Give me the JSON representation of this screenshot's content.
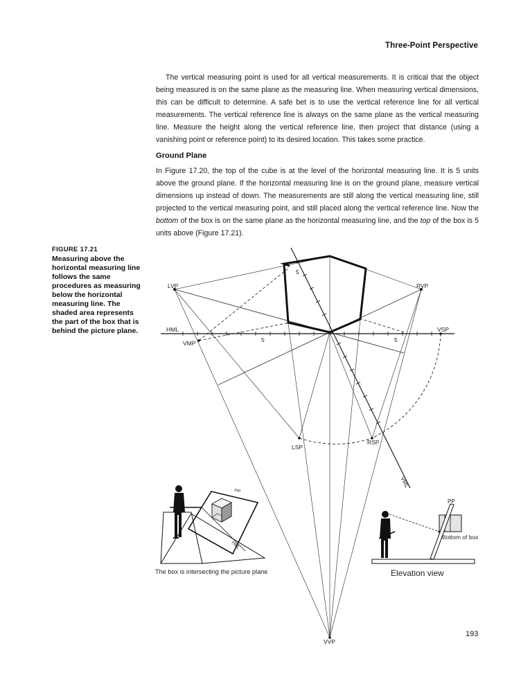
{
  "header": {
    "running_head": "Three-Point Perspective"
  },
  "body": {
    "paragraph1": "The vertical measuring point is used for all vertical measurements. It is critical that the object being measured is on the same plane as the measuring line. When measuring vertical dimensions, this can be difficult to determine. A safe bet is to use the vertical reference line for all vertical measurements. The vertical reference line is always on the same plane as the vertical measuring line. Measure the height along the vertical reference line, then project that distance (using a vanishing point or reference point) to its desired location. This takes some practice.",
    "section_heading": "Ground Plane",
    "paragraph2": {
      "part1": "In Figure 17.20, the top of the cube is at the level of the horizontal measuring line. It is 5 units above the ground plane. If the horizontal measuring line is on the ground plane, measure vertical dimensions up instead of down. The measurements are still along the vertical measuring line, still projected to the vertical measuring point, and still placed along the vertical reference line. Now the ",
      "em1": "bottom",
      "part2": " of the box is on the same plane as the horizontal measuring line, and the ",
      "em2": "top",
      "part3": " of the box is 5 units above (Figure 17.21)."
    }
  },
  "figure": {
    "label": "FIGURE 17.21",
    "caption": "Measuring above the horizontal measuring line follows the same procedures as measuring below the horizontal measuring line. The shaded area represents the part of the box that is behind the picture plane.",
    "diagram_labels": {
      "lvp": "LVP",
      "rvp": "RVP",
      "hml": "HML",
      "vsp": "VSP",
      "vmp": "VMP",
      "lsp": "LSP",
      "rsp": "RSP",
      "vml": "VML",
      "vvp": "VVP",
      "tick_five": "5",
      "pp": "PP",
      "pp_small": "PP",
      "hml_small": "HML",
      "bottom_of_box": "Bottom of box"
    },
    "inset_left_caption": "The box is intersecting the picture plane",
    "inset_right_caption": "Elevation view"
  },
  "footer": {
    "page_number": "193"
  }
}
